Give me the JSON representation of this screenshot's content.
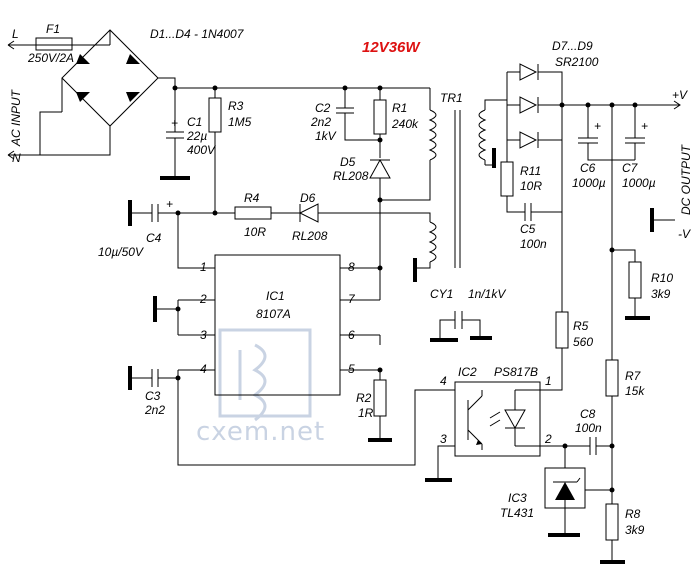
{
  "title": "12V36W",
  "title_color": "#dd1111",
  "watermark": "cxem.net",
  "watermark_color": "#c9d3e3",
  "ac_input_label": "AC INPUT",
  "dc_output_label": "DC OUTPUT",
  "terminals": {
    "L": "L",
    "N": "N",
    "plus_v": "+V",
    "minus_v": "-V"
  },
  "components": {
    "F1": {
      "ref": "F1",
      "value": "250V/2A"
    },
    "D1_D4": {
      "ref": "D1...D4 - 1N4007"
    },
    "C1": {
      "ref": "C1",
      "value1": "22µ",
      "value2": "400V"
    },
    "R3": {
      "ref": "R3",
      "value": "1M5"
    },
    "C2": {
      "ref": "C2",
      "value1": "2n2",
      "value2": "1kV"
    },
    "R1": {
      "ref": "R1",
      "value": "240k"
    },
    "D5": {
      "ref": "D5",
      "value": "RL208"
    },
    "TR1": {
      "ref": "TR1"
    },
    "D7_D9": {
      "ref": "D7...D9",
      "value": "SR2100"
    },
    "R11": {
      "ref": "R11",
      "value": "10R"
    },
    "C5": {
      "ref": "C5",
      "value": "100n"
    },
    "C6": {
      "ref": "C6",
      "value": "1000µ"
    },
    "C7": {
      "ref": "C7",
      "value": "1000µ"
    },
    "R10": {
      "ref": "R10",
      "value": "3k9"
    },
    "C4": {
      "ref": "C4",
      "value": "10µ/50V"
    },
    "R4": {
      "ref": "R4",
      "value": "10R"
    },
    "D6": {
      "ref": "D6",
      "value": "RL208"
    },
    "IC1": {
      "ref": "IC1",
      "value": "8107A",
      "pins": [
        "1",
        "2",
        "3",
        "4",
        "5",
        "6",
        "7",
        "8"
      ]
    },
    "CY1": {
      "ref": "CY1",
      "value": "1n/1kV"
    },
    "C3": {
      "ref": "C3",
      "value": "2n2"
    },
    "R2": {
      "ref": "R2",
      "value": "1R"
    },
    "R5": {
      "ref": "R5",
      "value": "560"
    },
    "IC2": {
      "ref": "IC2",
      "value": "PS817B",
      "pins": [
        "1",
        "2",
        "3",
        "4"
      ]
    },
    "R7": {
      "ref": "R7",
      "value": "15k"
    },
    "C8": {
      "ref": "C8",
      "value": "100n"
    },
    "IC3": {
      "ref": "IC3",
      "value": "TL431"
    },
    "R8": {
      "ref": "R8",
      "value": "3k9"
    }
  }
}
